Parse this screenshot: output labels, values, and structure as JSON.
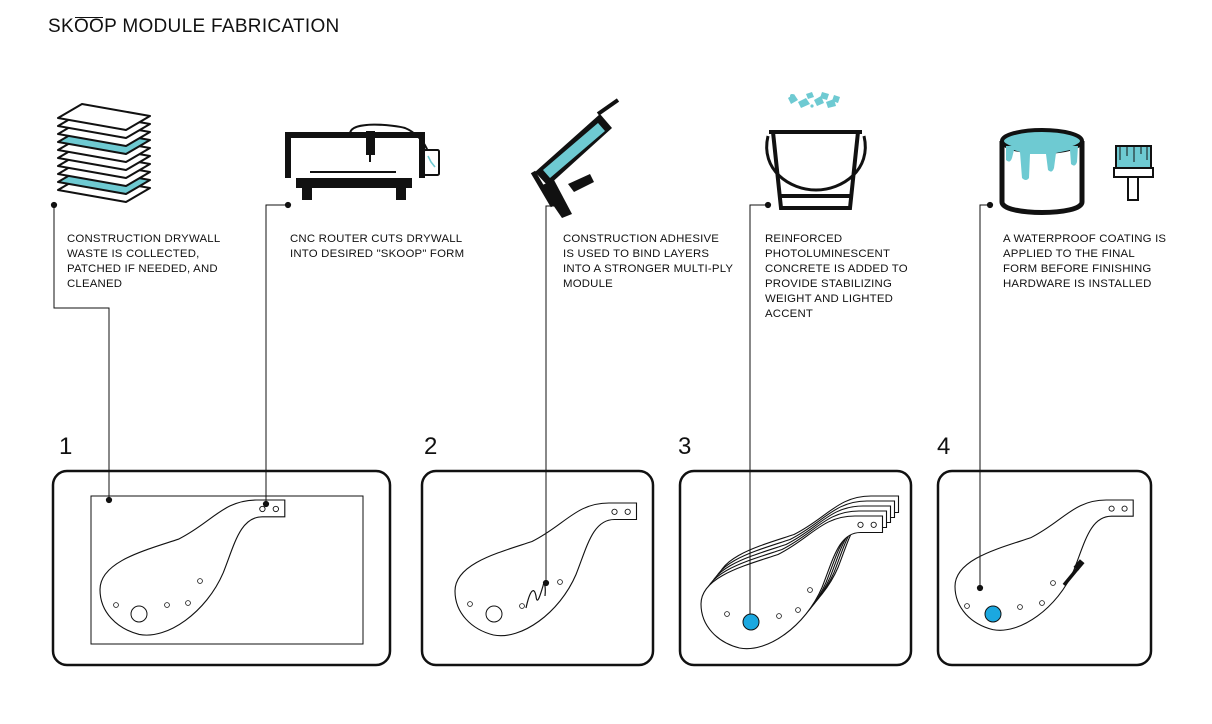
{
  "title": {
    "prefix": "SK",
    "overlined": "OO",
    "suffix": "P MODULE FABRICATION"
  },
  "captions": [
    "CONSTRUCTION DRYWALL WASTE IS COLLECTED, PATCHED IF NEEDED, AND CLEANED",
    "CNC ROUTER CUTS DRYWALL INTO DESIRED \"SKOOP\" FORM",
    "CONSTRUCTION ADHESIVE IS USED TO BIND LAYERS INTO A STRONGER MULTI-PLY MODULE",
    "REINFORCED PHOTOLUMINESCENT CONCRETE IS ADDED TO PROVIDE STABILIZING WEIGHT AND LIGHTED ACCENT",
    "A WATERPROOF COATING IS APPLIED TO THE FINAL FORM BEFORE FINISHING HARDWARE IS INSTALLED"
  ],
  "step_numbers": [
    "1",
    "2",
    "3",
    "4"
  ],
  "colors": {
    "accent": "#6ecad2",
    "glow": "#1ba8e0",
    "ink": "#111111"
  },
  "icons": [
    "drywall-stack-icon",
    "cnc-router-icon",
    "caulk-gun-icon",
    "concrete-bucket-icon",
    "paint-can-icon",
    "paint-brush-icon"
  ]
}
